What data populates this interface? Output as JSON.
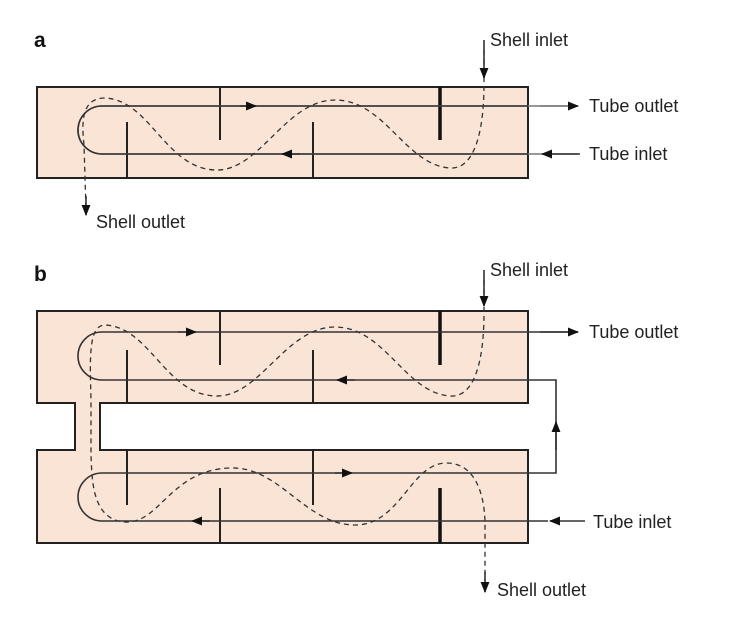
{
  "diagram": {
    "panel_a": {
      "letter": "a",
      "shell_inlet": "Shell inlet",
      "tube_outlet": "Tube outlet",
      "tube_inlet": "Tube inlet",
      "shell_outlet": "Shell outlet"
    },
    "panel_b": {
      "letter": "b",
      "shell_inlet": "Shell inlet",
      "tube_outlet": "Tube outlet",
      "tube_inlet": "Tube inlet",
      "shell_outlet": "Shell outlet"
    },
    "colors": {
      "shell_fill": "#f9e4d6",
      "line": "#222222"
    }
  }
}
